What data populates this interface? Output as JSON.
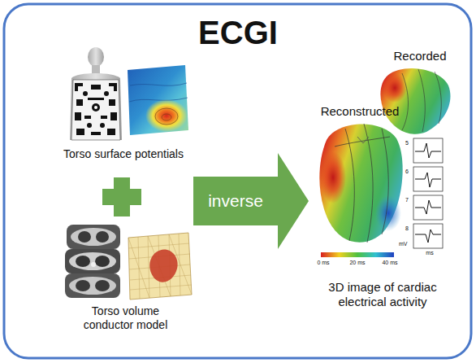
{
  "diagram": {
    "title": "ECGI",
    "nodes": [
      {
        "text": [
          "inverse"
        ]
      }
    ],
    "labels": [
      "Torso surface potentials",
      "Torso volume conductor model",
      "Recorded",
      "Reconstructed",
      "5",
      "6",
      "7",
      "8",
      "mV",
      "ms",
      "0 ms",
      "20 ms",
      "40 ms",
      "3D image of cardiac electrical activity"
    ]
  }
}
